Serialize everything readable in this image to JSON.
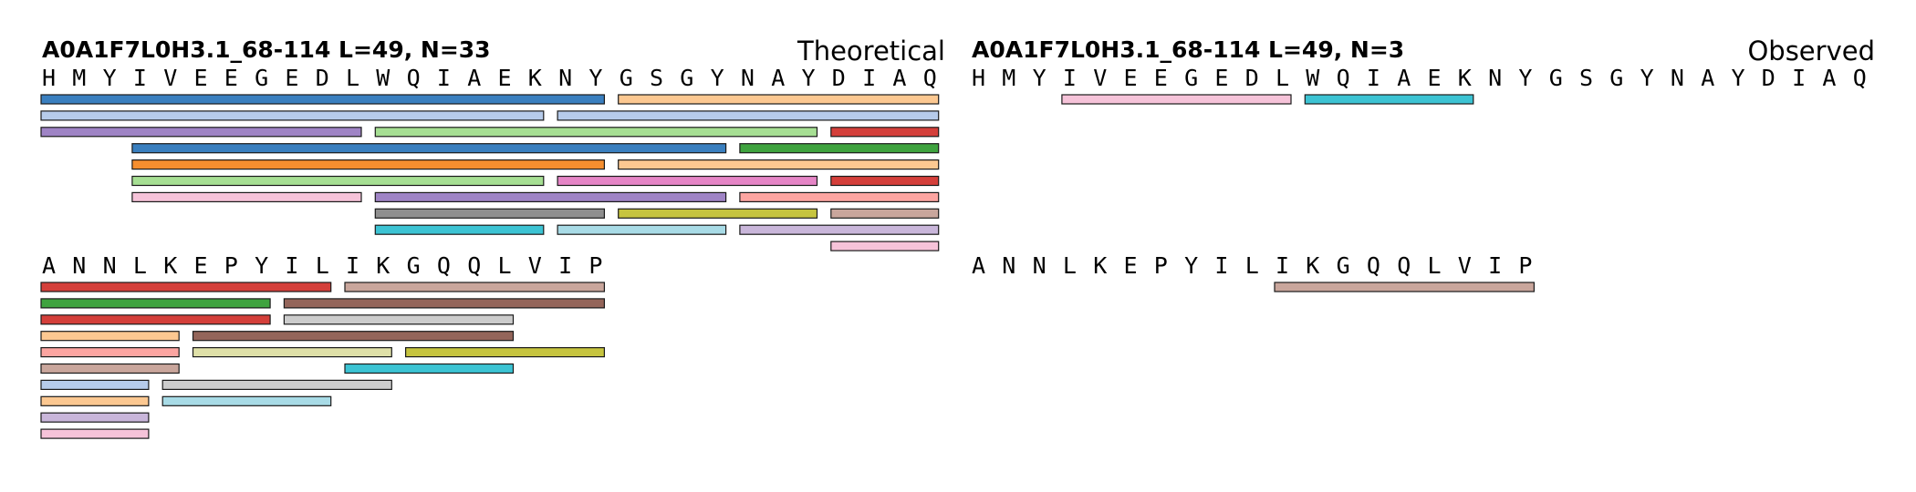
{
  "panels": [
    {
      "title": "A0A1F7L0H3.1_68-114  L=49, N=33",
      "label": "Theoretical",
      "rows": [
        {
          "sequence": "HMYIVEEGEDLWQIAEKNYGSGYNAYDIAQ",
          "fragments": [
            {
              "start": 0,
              "end": 18,
              "lane": 0,
              "color": "#3a7fbf"
            },
            {
              "start": 19,
              "end": 29,
              "lane": 0,
              "color": "#fcc891"
            },
            {
              "start": 0,
              "end": 16,
              "lane": 1,
              "color": "#b6cbea"
            },
            {
              "start": 17,
              "end": 29,
              "lane": 1,
              "color": "#b6cbea"
            },
            {
              "start": 0,
              "end": 10,
              "lane": 2,
              "color": "#9f84c5"
            },
            {
              "start": 11,
              "end": 25,
              "lane": 2,
              "color": "#a6df93"
            },
            {
              "start": 26,
              "end": 29,
              "lane": 2,
              "color": "#d43f3a"
            },
            {
              "start": 3,
              "end": 22,
              "lane": 3,
              "color": "#3a7fbf"
            },
            {
              "start": 23,
              "end": 29,
              "lane": 3,
              "color": "#3fa33f"
            },
            {
              "start": 3,
              "end": 18,
              "lane": 4,
              "color": "#f58e2f"
            },
            {
              "start": 19,
              "end": 29,
              "lane": 4,
              "color": "#fcc891"
            },
            {
              "start": 3,
              "end": 16,
              "lane": 5,
              "color": "#a6df93"
            },
            {
              "start": 17,
              "end": 25,
              "lane": 5,
              "color": "#e585c6"
            },
            {
              "start": 26,
              "end": 29,
              "lane": 5,
              "color": "#d43f3a"
            },
            {
              "start": 3,
              "end": 10,
              "lane": 6,
              "color": "#f6c3d9"
            },
            {
              "start": 11,
              "end": 22,
              "lane": 6,
              "color": "#9f84c5"
            },
            {
              "start": 23,
              "end": 29,
              "lane": 6,
              "color": "#fca5a1"
            },
            {
              "start": 11,
              "end": 18,
              "lane": 7,
              "color": "#8f8f8f"
            },
            {
              "start": 19,
              "end": 25,
              "lane": 7,
              "color": "#c6c43f"
            },
            {
              "start": 26,
              "end": 29,
              "lane": 7,
              "color": "#c9a69c"
            },
            {
              "start": 11,
              "end": 16,
              "lane": 8,
              "color": "#3cc3d3"
            },
            {
              "start": 17,
              "end": 22,
              "lane": 8,
              "color": "#a8dbe6"
            },
            {
              "start": 23,
              "end": 29,
              "lane": 8,
              "color": "#c9b6da"
            },
            {
              "start": 26,
              "end": 29,
              "lane": 9,
              "color": "#f6c3d9"
            }
          ]
        },
        {
          "sequence": "ANNLKEPYILIKGQQLVIP",
          "fragments": [
            {
              "start": 0,
              "end": 9,
              "lane": 0,
              "color": "#d43f3a"
            },
            {
              "start": 10,
              "end": 18,
              "lane": 0,
              "color": "#c9a69c"
            },
            {
              "start": 0,
              "end": 7,
              "lane": 1,
              "color": "#3fa33f"
            },
            {
              "start": 8,
              "end": 18,
              "lane": 1,
              "color": "#94655a"
            },
            {
              "start": 0,
              "end": 7,
              "lane": 2,
              "color": "#d43f3a"
            },
            {
              "start": 8,
              "end": 15,
              "lane": 2,
              "color": "#cccccc"
            },
            {
              "start": 0,
              "end": 4,
              "lane": 3,
              "color": "#fcc891"
            },
            {
              "start": 5,
              "end": 15,
              "lane": 3,
              "color": "#94655a"
            },
            {
              "start": 0,
              "end": 4,
              "lane": 4,
              "color": "#fca5a1"
            },
            {
              "start": 5,
              "end": 11,
              "lane": 4,
              "color": "#dfe0a8"
            },
            {
              "start": 12,
              "end": 18,
              "lane": 4,
              "color": "#c6c43f"
            },
            {
              "start": 0,
              "end": 4,
              "lane": 5,
              "color": "#c9a69c"
            },
            {
              "start": 10,
              "end": 15,
              "lane": 5,
              "color": "#3cc3d3"
            },
            {
              "start": 0,
              "end": 3,
              "lane": 6,
              "color": "#b6cbea"
            },
            {
              "start": 4,
              "end": 11,
              "lane": 6,
              "color": "#cccccc"
            },
            {
              "start": 0,
              "end": 3,
              "lane": 7,
              "color": "#fcc891"
            },
            {
              "start": 4,
              "end": 9,
              "lane": 7,
              "color": "#a8dbe6"
            },
            {
              "start": 0,
              "end": 3,
              "lane": 8,
              "color": "#c9b6da"
            },
            {
              "start": 0,
              "end": 3,
              "lane": 9,
              "color": "#f6c3d9"
            }
          ]
        }
      ]
    },
    {
      "title": "A0A1F7L0H3.1_68-114  L=49, N=3",
      "label": "Observed",
      "rows": [
        {
          "sequence": "HMYIVEEGEDLWQIAEKNYGSGYNAYDIAQ",
          "fragments": [
            {
              "start": 3,
              "end": 10,
              "lane": 0,
              "color": "#f6c3d9"
            },
            {
              "start": 11,
              "end": 16,
              "lane": 0,
              "color": "#3cc3d3"
            }
          ]
        },
        {
          "sequence": "ANNLKEPYILIKGQQLVIP",
          "fragments": [
            {
              "start": 10,
              "end": 18,
              "lane": 0,
              "color": "#c9a69c"
            }
          ]
        }
      ]
    }
  ]
}
